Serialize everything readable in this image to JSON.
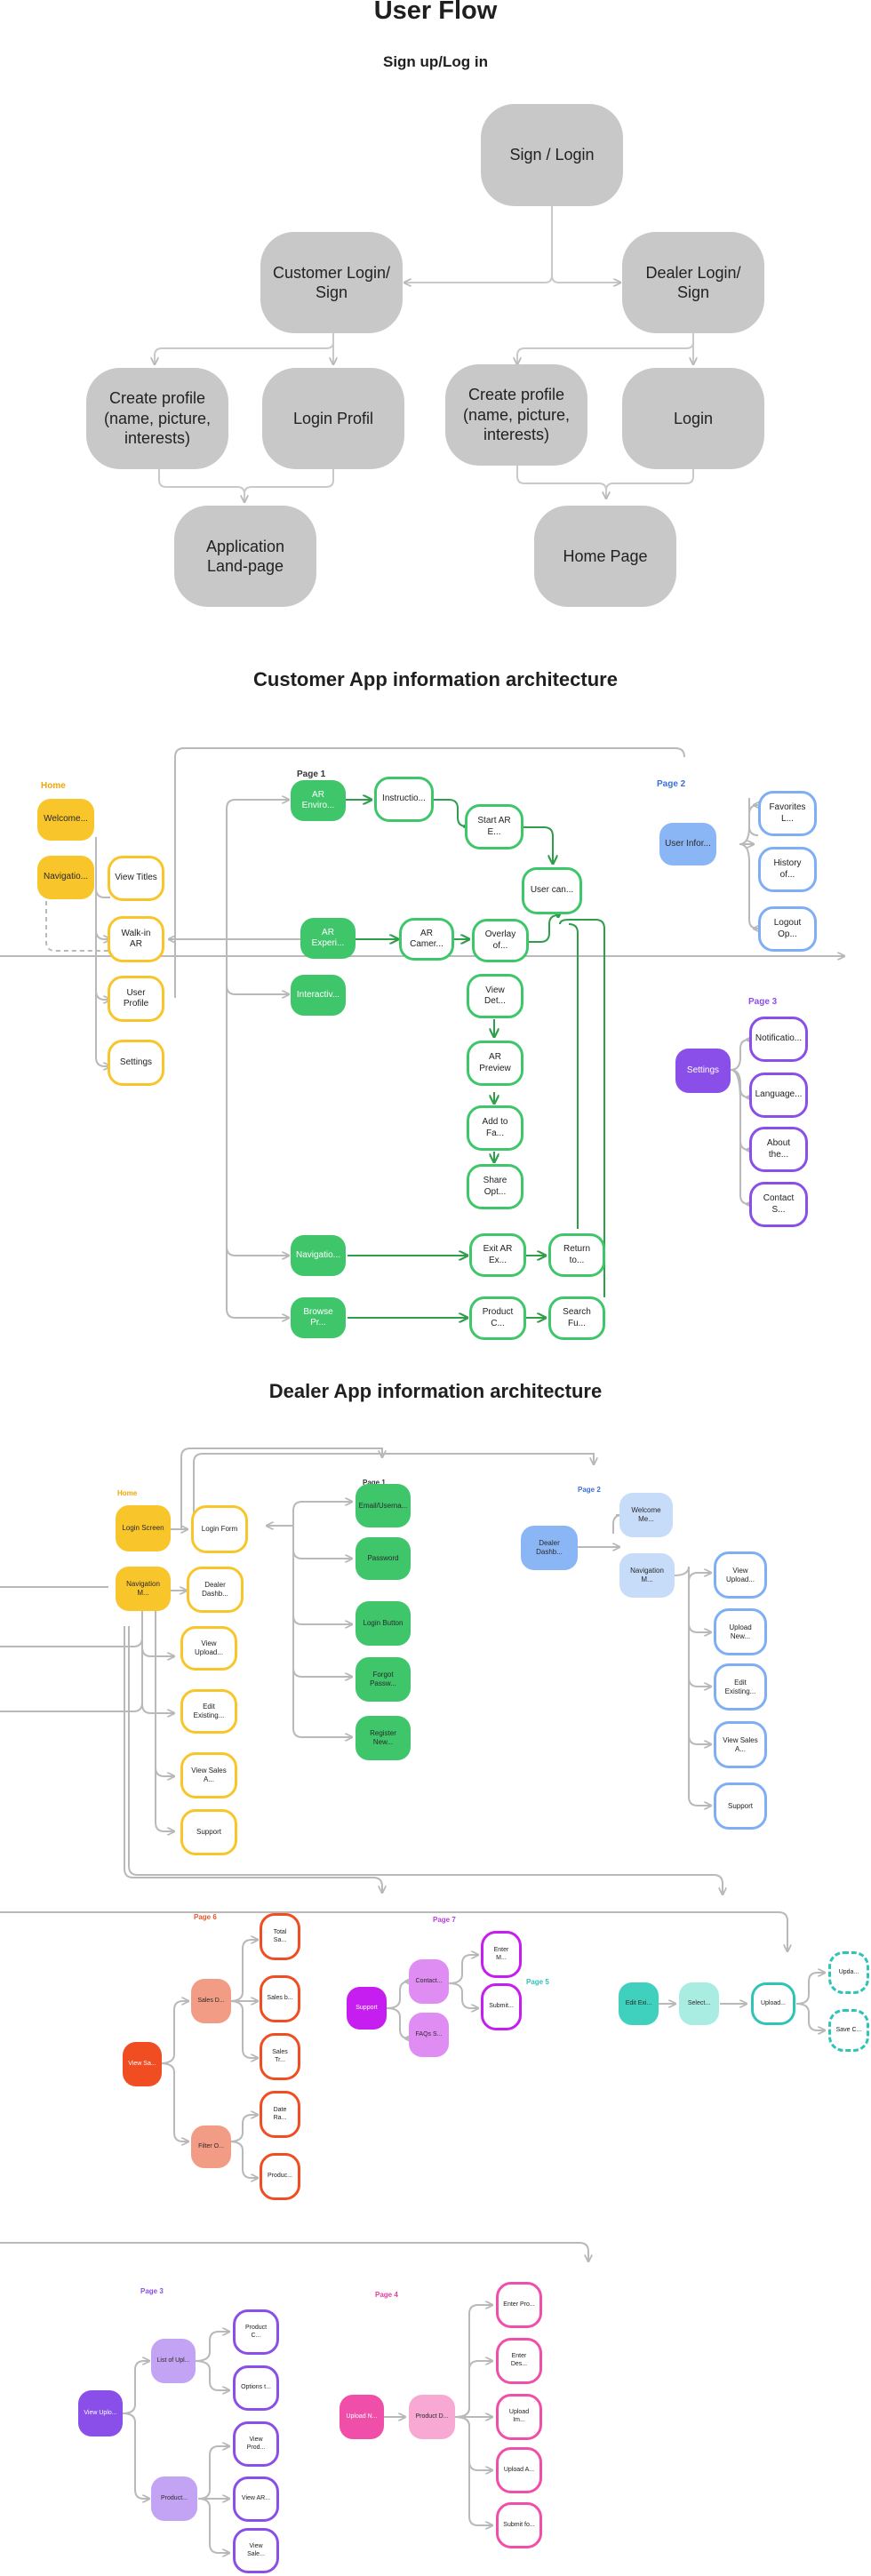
{
  "header": {
    "title": "User Flow",
    "subtitle": "Sign up/Log in"
  },
  "signup_flow": {
    "sign_login": "Sign / Login",
    "customer_login": "Customer Login/\nSign",
    "dealer_login": "Dealer Login/\nSign",
    "create_profile_customer": "Create profile\n(name, picture,\ninterests)",
    "login_profil": "Login Profil",
    "create_profile_dealer": "Create profile\n(name, picture,\ninterests)",
    "login": "Login",
    "application_land_page": "Application\nLand-page",
    "home_page": "Home Page"
  },
  "customer_app": {
    "title": "Customer App information architecture",
    "page_labels": {
      "home": "Home",
      "page1": "Page 1",
      "page2": "Page 2",
      "page3": "Page 3"
    },
    "home_nodes": {
      "welcome": "Welcome...",
      "navigation": "Navigatio...",
      "view_titles": "View Titles",
      "walk_in_ar": "Walk-in AR",
      "user_profile": "User Profile",
      "settings": "Settings"
    },
    "page1_nodes": {
      "ar_environment": "AR Enviro...",
      "instructions": "Instructio...",
      "start_ar": "Start AR E...",
      "user_can": "User can...",
      "ar_experience": "AR Experi...",
      "ar_camera": "AR Camer...",
      "overlay": "Overlay of...",
      "interactive": "Interactiv...",
      "view_details": "View Det...",
      "ar_preview": "AR Preview",
      "add_to_favorites": "Add to Fa...",
      "share_options": "Share Opt...",
      "navigation": "Navigatio...",
      "exit_ar": "Exit AR Ex...",
      "return_to": "Return to...",
      "browse_products": "Browse Pr...",
      "product_catalog": "Product C...",
      "search_function": "Search Fu..."
    },
    "page2_nodes": {
      "user_information": "User Infor...",
      "favorites_list": "Favorites L...",
      "history": "History of...",
      "logout": "Logout Op..."
    },
    "page3_nodes": {
      "settings": "Settings",
      "notifications": "Notificatio...",
      "language": "Language...",
      "about": "About the...",
      "contact": "Contact S..."
    }
  },
  "dealer_app": {
    "title": "Dealer App information architecture",
    "page_labels": {
      "home": "Home",
      "page1": "Page 1",
      "page2": "Page 2",
      "page5": "Page 5",
      "page6": "Page 6",
      "page7": "Page 7",
      "page3": "Page 3",
      "page4": "Page 4"
    },
    "home_nodes": {
      "login_screen": "Login Screen",
      "navigation_menu": "Navigation M...",
      "login_form": "Login Form",
      "dealer_dashboard": "Dealer Dashb...",
      "view_uploaded": "View Upload...",
      "edit_existing": "Edit Existing...",
      "view_sales": "View Sales A...",
      "support": "Support"
    },
    "page1_nodes": {
      "email": "Email/Userna...",
      "password": "Password",
      "login_button": "Login Button",
      "forgot_password": "Forgot Passw...",
      "register": "Register New..."
    },
    "page2_nodes": {
      "dealer_dashboard": "Dealer Dashb...",
      "welcome": "Welcome Me...",
      "navigation_menu": "Navigation M...",
      "view_uploaded": "View Upload...",
      "upload_new": "Upload New...",
      "edit_existing": "Edit Existing...",
      "view_sales": "View Sales A...",
      "support": "Support"
    },
    "page6_nodes": {
      "view_sales": "View Sa...",
      "sales_data": "Sales D...",
      "filter_options": "Filter O...",
      "total_sales": "Total Sa...",
      "sales_by": "Sales b...",
      "sales_trends": "Sales Tr...",
      "date_range": "Date Ra...",
      "product": "Produc..."
    },
    "page7_nodes": {
      "support": "Support",
      "contact": "Contact...",
      "faqs": "FAQs S...",
      "enter_message": "Enter M...",
      "submit": "Submit..."
    },
    "page5_nodes": {
      "edit_existing": "Edit Exi...",
      "select": "Select...",
      "upload": "Upload...",
      "update": "Upda...",
      "save_changes": "Save C..."
    },
    "page3_nodes": {
      "view_uploaded": "View Uplo...",
      "list_of_uploaded": "List of Upl...",
      "product": "Product...",
      "product_c": "Product C...",
      "options": "Options t...",
      "view_products": "View Prod...",
      "view_ar": "View AR...",
      "view_sales": "View Sale..."
    },
    "page4_nodes": {
      "upload_new": "Upload N...",
      "product_details": "Product D...",
      "enter_product": "Enter Pro...",
      "enter_description": "Enter Des...",
      "upload_images": "Upload Im...",
      "upload_ar": "Upload A...",
      "submit": "Submit fo..."
    }
  }
}
